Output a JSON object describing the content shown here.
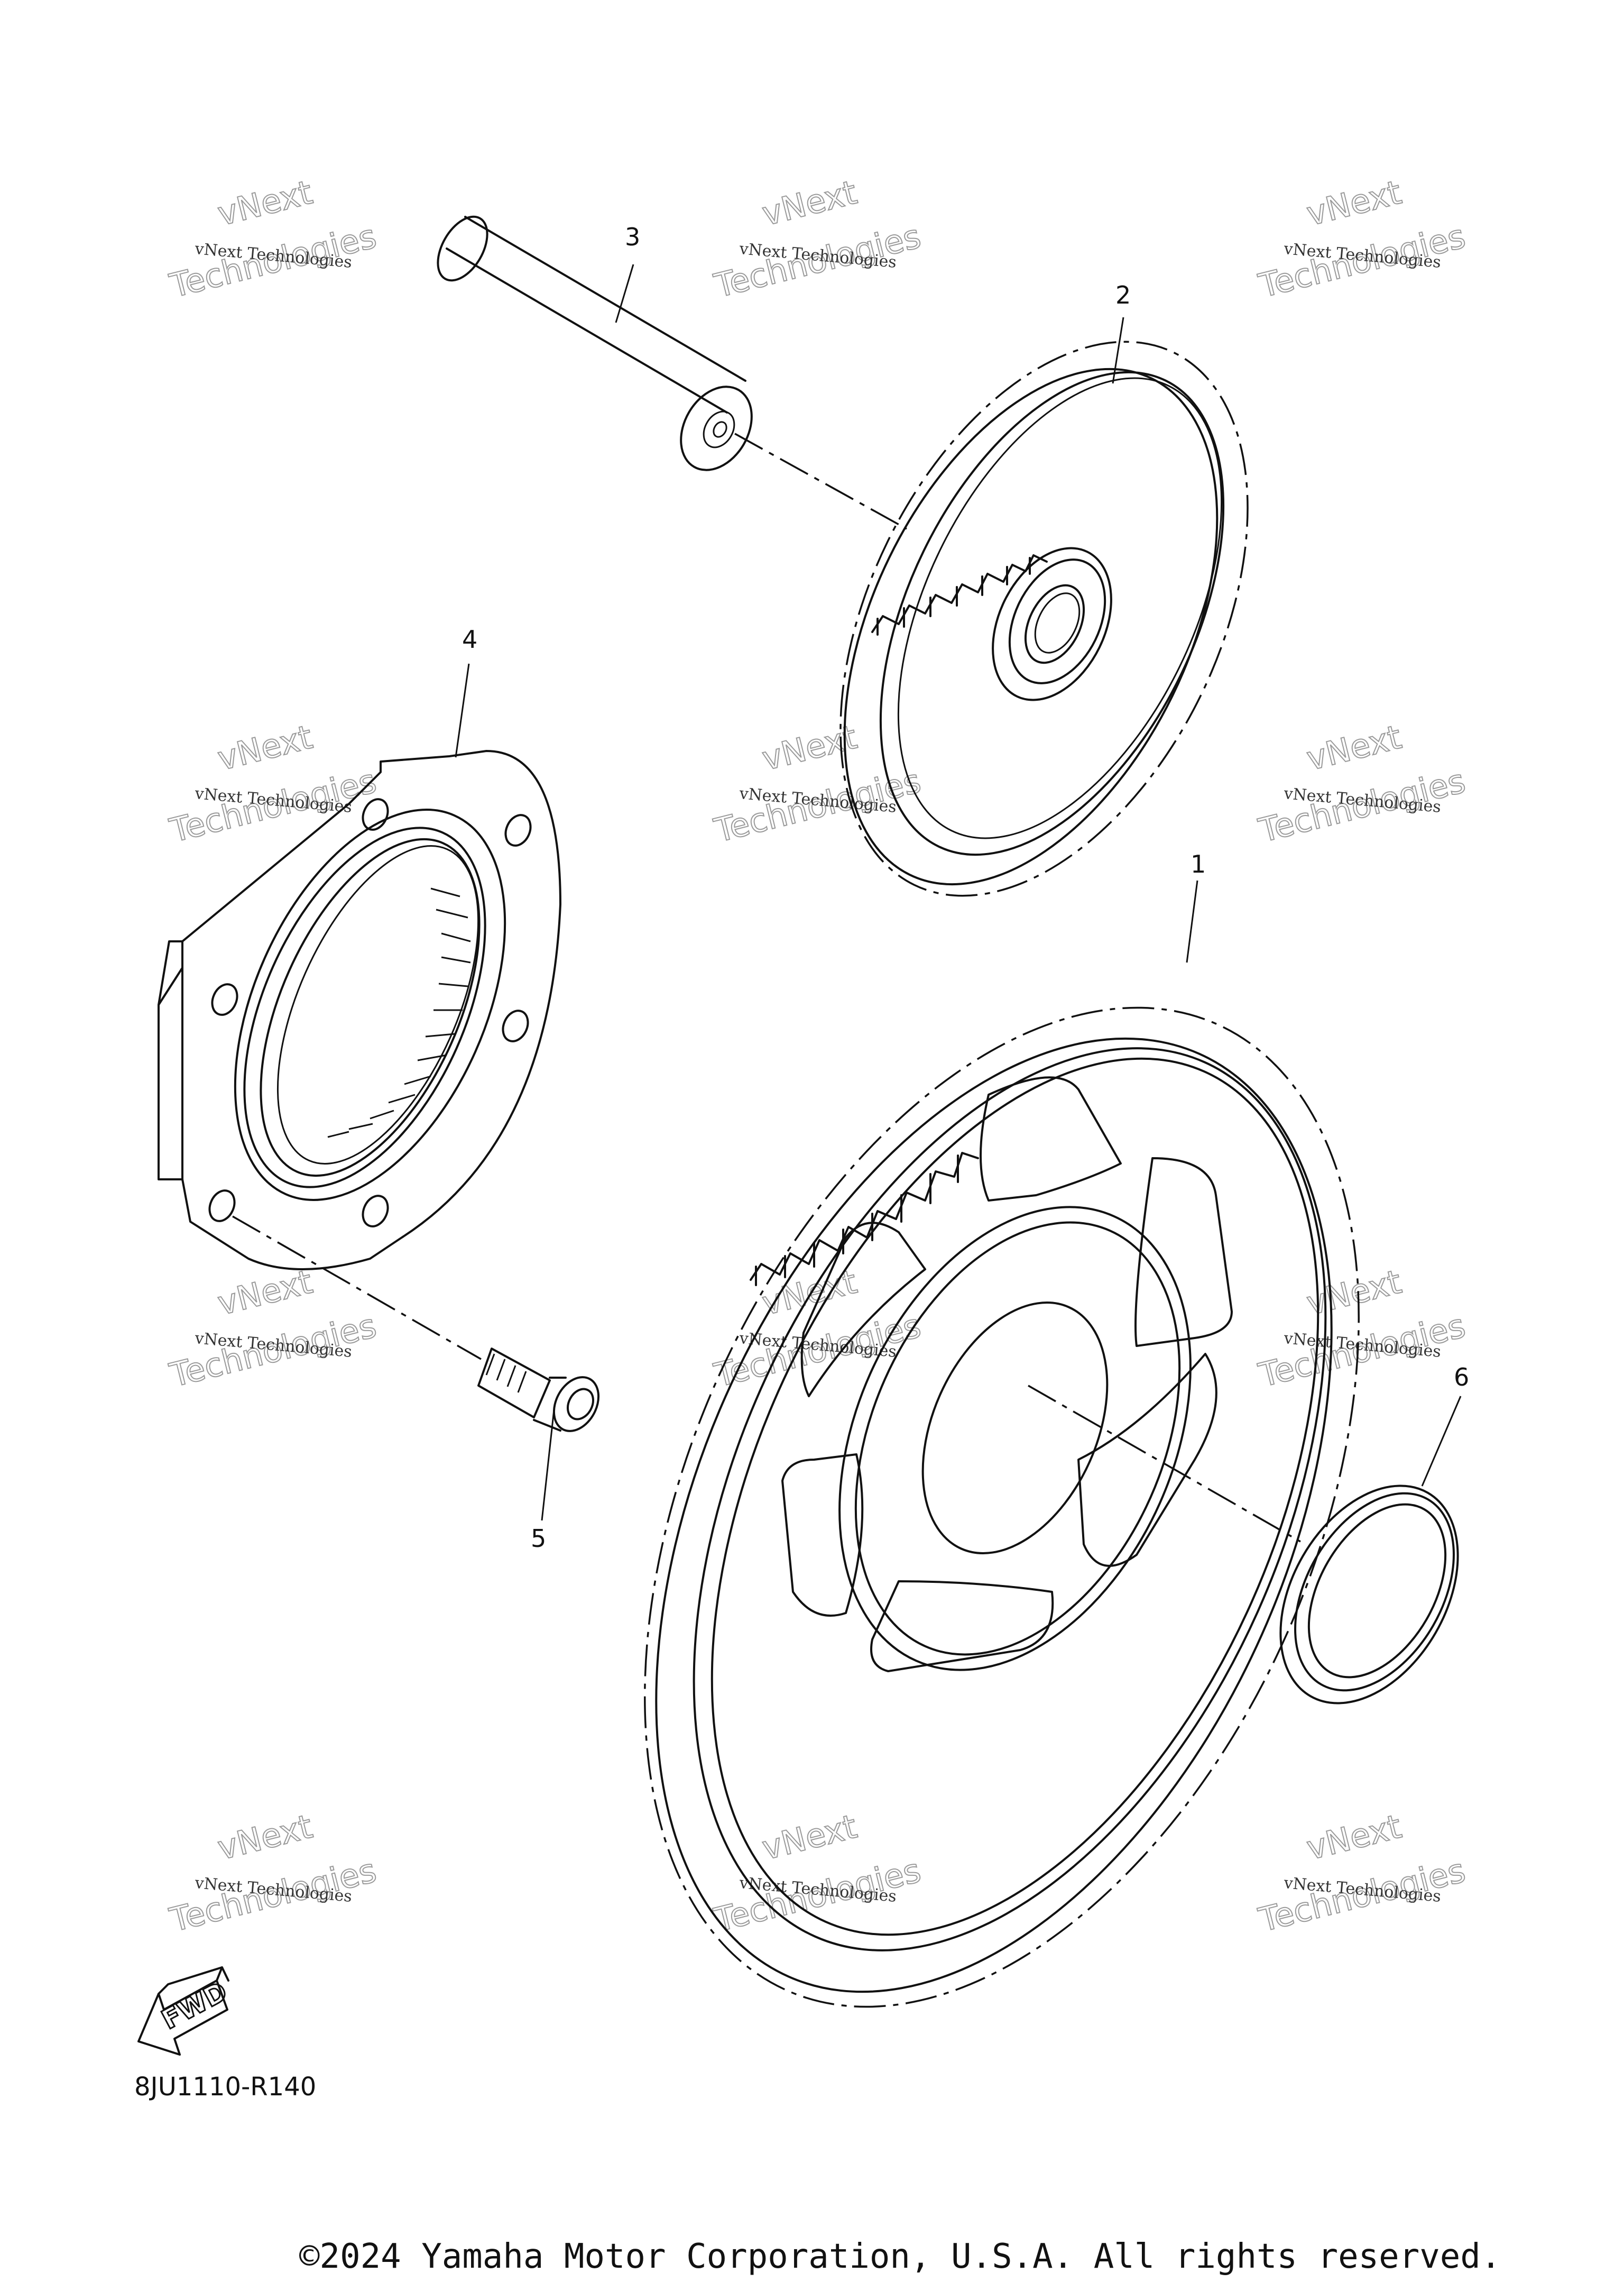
{
  "callouts": {
    "part_1": "1",
    "part_2": "2",
    "part_3": "3",
    "part_4": "4",
    "part_5": "5",
    "part_6": "6"
  },
  "watermark": {
    "line_1": "vNext Technologies",
    "line_2": "Technologies",
    "line_3": "vNext"
  },
  "fwd_label": "FWD",
  "drawing_code": "8JU1110-R140",
  "copyright": "©2024 Yamaha Motor Corporation, U.S.A. All rights reserved."
}
